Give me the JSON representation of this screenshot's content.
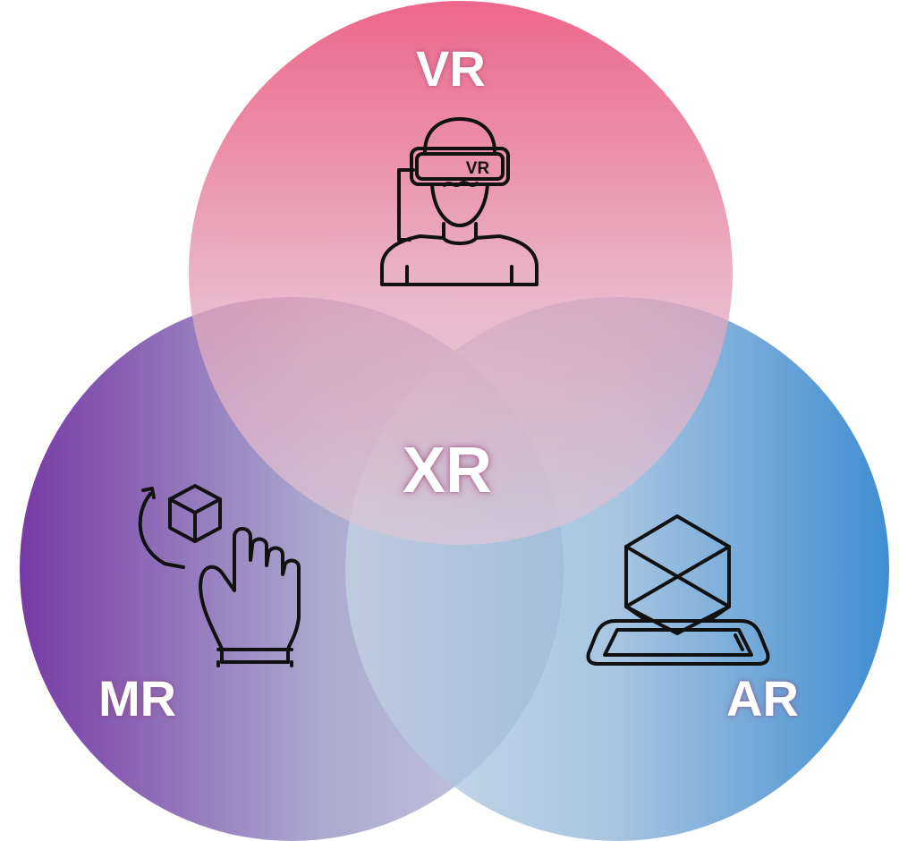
{
  "diagram": {
    "center_label": "XR",
    "circles": [
      {
        "id": "vr",
        "label": "VR",
        "icon": "vr-headset-person-icon",
        "colors": [
          "#e8406a",
          "#dcbcd0"
        ]
      },
      {
        "id": "mr",
        "label": "MR",
        "icon": "hand-rotating-cube-icon",
        "colors": [
          "#7434a4",
          "#b6bedb"
        ]
      },
      {
        "id": "ar",
        "label": "AR",
        "icon": "phone-projecting-cube-icon",
        "colors": [
          "#b6c8dc",
          "#0a6ec4"
        ]
      }
    ],
    "headset_badge": "VR"
  }
}
